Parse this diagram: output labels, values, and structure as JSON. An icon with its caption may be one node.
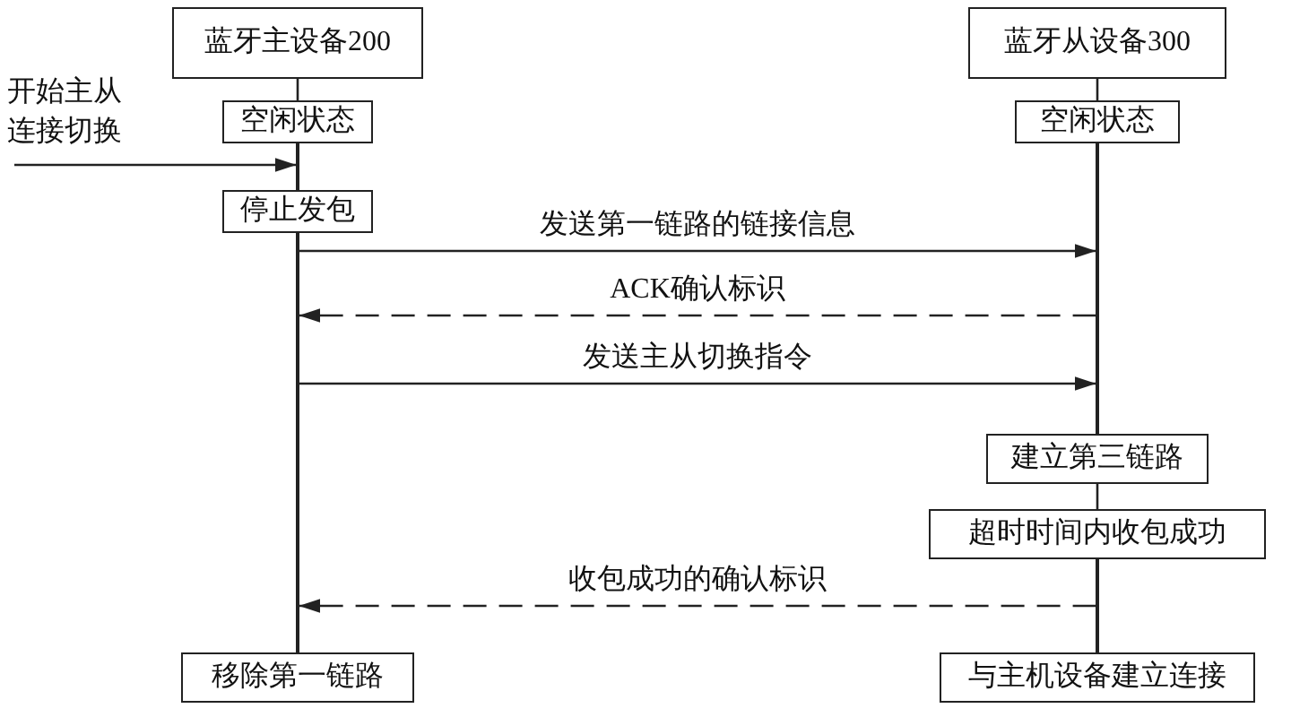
{
  "diagram": {
    "nodes": [
      {
        "text": [
          "蓝牙主设备200"
        ]
      },
      {
        "text": [
          "蓝牙从设备300"
        ]
      },
      {
        "text": [
          "空闲状态"
        ]
      },
      {
        "text": [
          "空闲状态"
        ]
      },
      {
        "text": [],
        "shape": "line"
      },
      {
        "text": [],
        "shape": "line"
      },
      {
        "text": [
          "停止发包"
        ]
      },
      {
        "text": [],
        "shape": "line"
      },
      {
        "text": [
          "建立第三链路"
        ]
      },
      {
        "text": [
          "超时时间内收包成功"
        ]
      },
      {
        "text": [],
        "shape": "line"
      },
      {
        "text": [
          "移除第一链路"
        ]
      },
      {
        "text": [
          "与主机设备建立连接"
        ]
      }
    ],
    "edges": [
      {
        "from": 0,
        "to": 2,
        "arrow": "none"
      },
      {
        "from": 1,
        "to": 3,
        "arrow": "none"
      },
      {
        "from": null,
        "to": 4,
        "arrow": "to",
        "label": "开始主从连接切换"
      },
      {
        "from": 7,
        "to": 5,
        "arrow": "to",
        "label": "发送第一链路的链接信息"
      },
      {
        "from": 5,
        "to": 7,
        "arrow": "to",
        "label": "ACK确认标识",
        "style": "dashed"
      },
      {
        "from": 7,
        "to": 5,
        "arrow": "to",
        "label": "发送主从切换指令"
      },
      {
        "from": 8,
        "to": 9,
        "arrow": "none"
      },
      {
        "from": 10,
        "to": 7,
        "arrow": "to",
        "label": "收包成功的确认标识",
        "style": "dashed"
      }
    ]
  }
}
